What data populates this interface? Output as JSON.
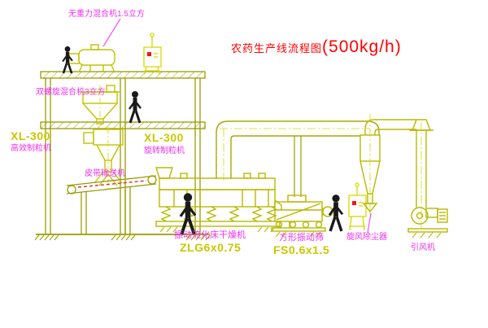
{
  "title": {
    "prefix": "农药生产线流程图",
    "capacity": "(500kg/h)"
  },
  "equipment_labels": {
    "gravity_mixer": "无重力混合机1.5立方",
    "screw_mixer": "双螺旋混合机3立方",
    "granulator_left_model": "XL-300",
    "granulator_left_name": "高效制粒机",
    "granulator_mid_model": "XL-300",
    "granulator_mid_name": "旋转制粒机",
    "belt_conveyor": "皮带输送机",
    "dryer_name": "振动流化床干燥机",
    "dryer_model": "ZLG6x0.75",
    "screen_name": "方形振动筛",
    "screen_model": "FS0.6x1.5",
    "cyclone_name": "旋风除尘器",
    "fan_name": "引风机"
  },
  "colors": {
    "structure_olive": "#9b9b00",
    "equipment_yellow": "#b8b800",
    "accent_yellow": "#d8d800",
    "label_pink": "#f030f0",
    "title_red": "#ff0000",
    "indicator_red": "#ff1010",
    "figure_black": "#1a1a1a",
    "background": "#ffffff"
  }
}
